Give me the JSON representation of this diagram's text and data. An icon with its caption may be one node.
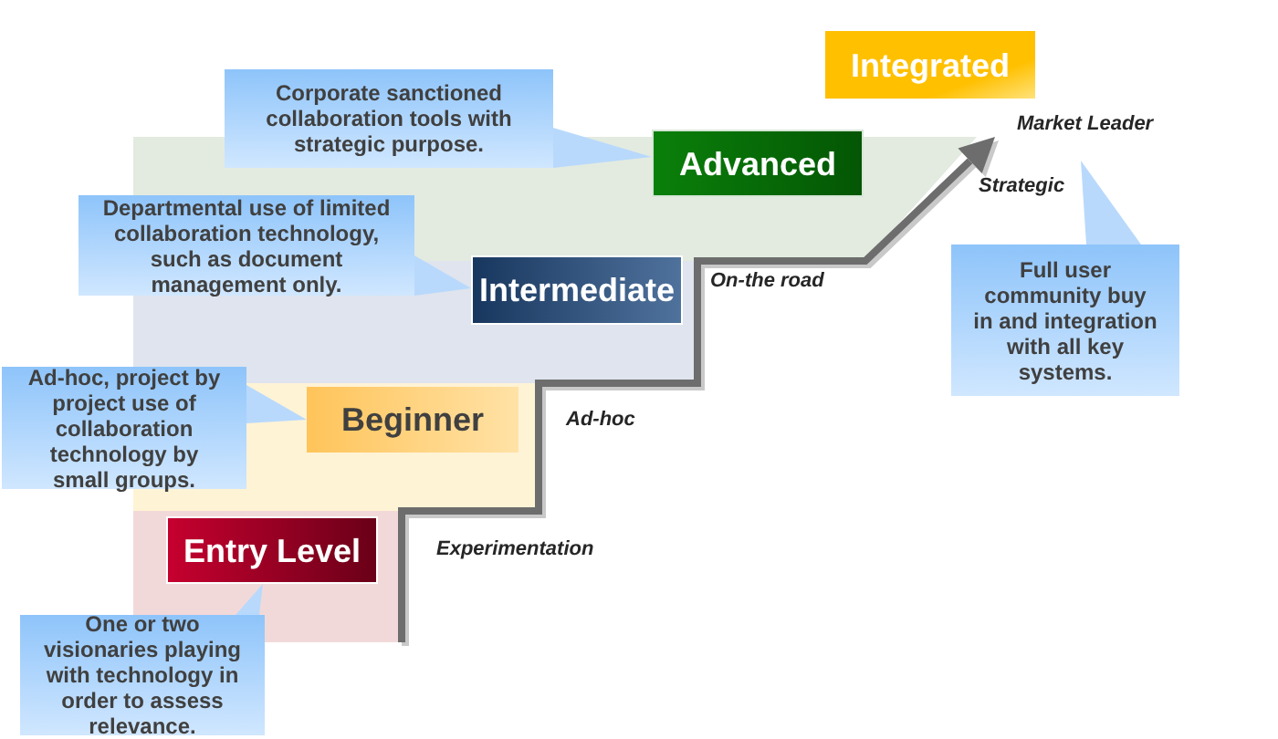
{
  "diagram": {
    "nodes": [
      {
        "text": [
          "Integrated"
        ]
      },
      {
        "text": [
          "Corporate sanctioned collaboration tools with strategic purpose."
        ]
      },
      {
        "text": [
          "Advanced"
        ]
      },
      {
        "text": [
          "Departmental use of limited collaboration technology, such as document management only."
        ]
      },
      {
        "text": [
          "Intermediate"
        ]
      },
      {
        "text": [
          "Full user community buy in and integration with all key systems."
        ]
      },
      {
        "text": [
          "Ad-hoc, project by project use of collaboration technology by small groups."
        ]
      },
      {
        "text": [
          "Beginner"
        ]
      },
      {
        "text": [
          "Entry Level"
        ]
      },
      {
        "text": [
          "One or two visionaries playing with technology in order to assess relevance."
        ]
      }
    ],
    "edges": [
      {
        "from": 1,
        "to": 2,
        "arrow": "to"
      },
      {
        "from": 3,
        "to": 4,
        "arrow": "to"
      },
      {
        "from": 5,
        "to": null,
        "arrow": "to"
      },
      {
        "from": 6,
        "to": 7,
        "arrow": "to"
      },
      {
        "from": 9,
        "to": 8,
        "arrow": "to"
      }
    ],
    "labels": [
      "Market Leader",
      "Strategic",
      "On-the road",
      "Ad-hoc",
      "Experimentation"
    ]
  }
}
